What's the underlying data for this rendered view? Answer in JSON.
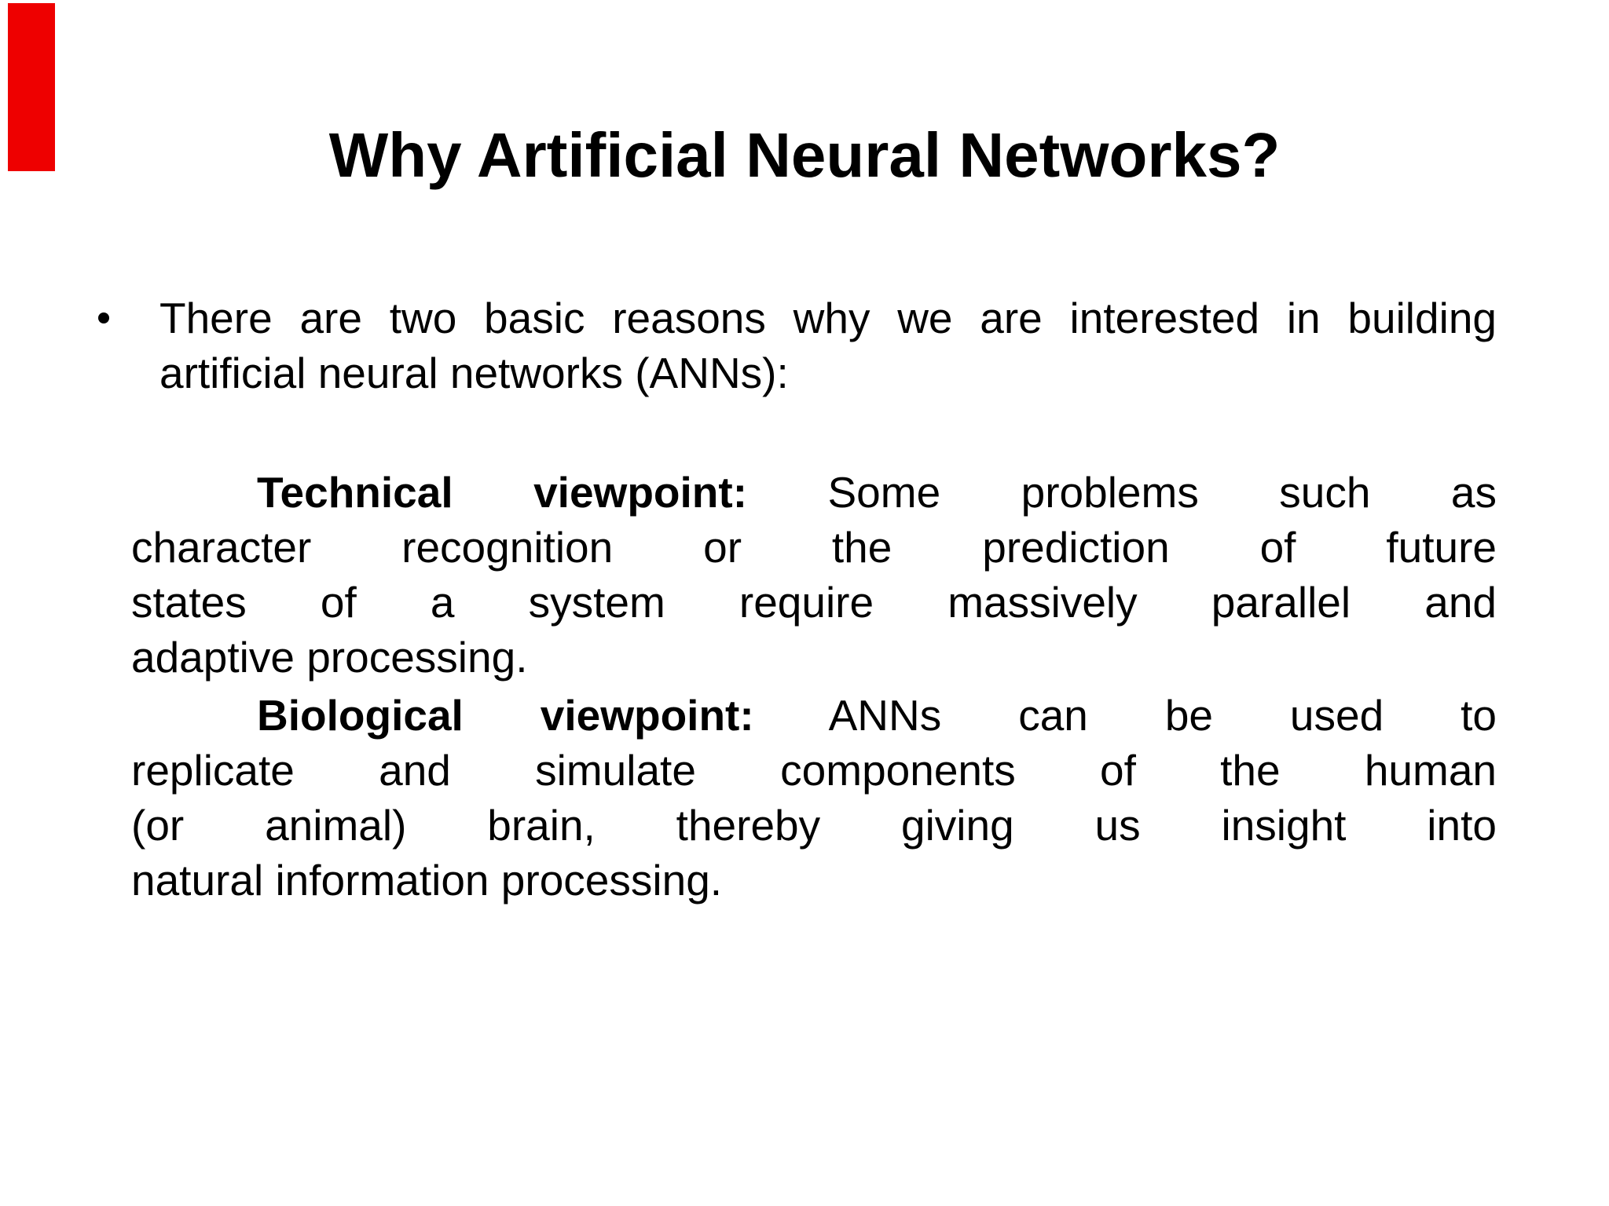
{
  "slide": {
    "background_color": "#ffffff",
    "text_color": "#000000",
    "accent_bar": {
      "color": "#ee0000",
      "style": "background-color:#ee0000"
    },
    "title": "Why Artificial Neural Networks?",
    "bullet": {
      "marker": "•",
      "line1": "There are two basic reasons why we are interested in building",
      "line2": "artificial neural networks (ANNs):"
    },
    "paragraphs": [
      {
        "lead": "Technical viewpoint:",
        "line1_rest": "Some problems such as",
        "line2": "character recognition or the prediction of future",
        "line3": "states of a system require massively parallel and",
        "line4": "adaptive processing."
      },
      {
        "lead": "Biological viewpoint:",
        "line1_rest": "ANNs can be used to",
        "line2": "replicate and simulate components of the human",
        "line3": "(or animal) brain, thereby giving us insight into",
        "line4": "natural information processing."
      }
    ]
  }
}
